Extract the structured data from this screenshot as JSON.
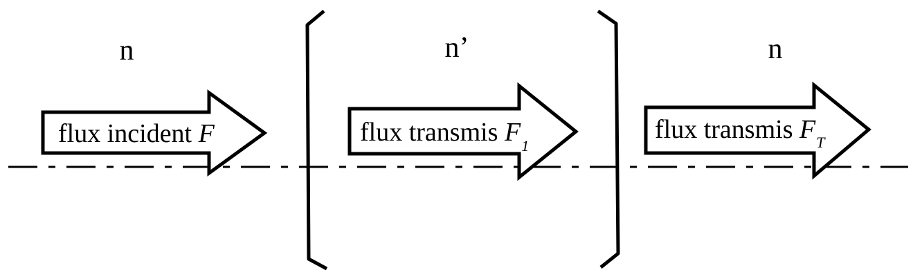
{
  "regions": [
    {
      "label": "n"
    },
    {
      "label": "n’"
    },
    {
      "label": "n"
    }
  ],
  "arrows": [
    {
      "text": "flux incident ",
      "var": "F",
      "sub": ""
    },
    {
      "text": "flux transmis ",
      "var": "F",
      "sub": "1"
    },
    {
      "text": "flux transmis ",
      "var": "F",
      "sub": "T"
    }
  ],
  "colors": {
    "stroke": "#000000",
    "fill": "#ffffff"
  }
}
